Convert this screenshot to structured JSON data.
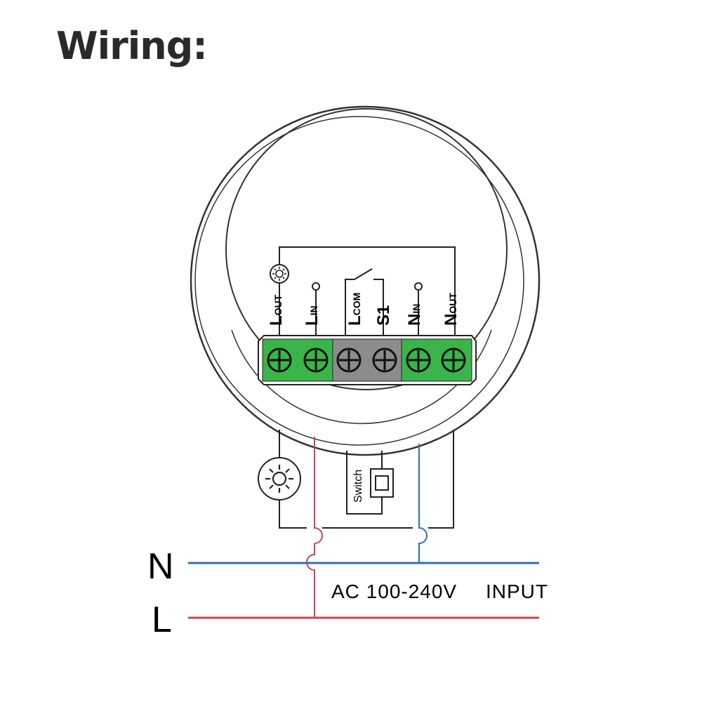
{
  "title": "Wiring:",
  "terminals": [
    {
      "main": "L",
      "sub": "OUT"
    },
    {
      "main": "L",
      "sub": "IN"
    },
    {
      "main": "L",
      "sub": "COM"
    },
    {
      "main": "S1",
      "sub": ""
    },
    {
      "main": "N",
      "sub": "IN"
    },
    {
      "main": "N",
      "sub": "OUT"
    }
  ],
  "switch_label": "Switch",
  "lines": {
    "n": "N",
    "l": "L"
  },
  "input_voltage": "AC 100-240V",
  "input_label": "INPUT",
  "colors": {
    "terminal_green": "#39b54a",
    "terminal_gray": "#8c8c8c",
    "neutral_wire": "#2e6fb8",
    "live_wire": "#c8474f"
  }
}
